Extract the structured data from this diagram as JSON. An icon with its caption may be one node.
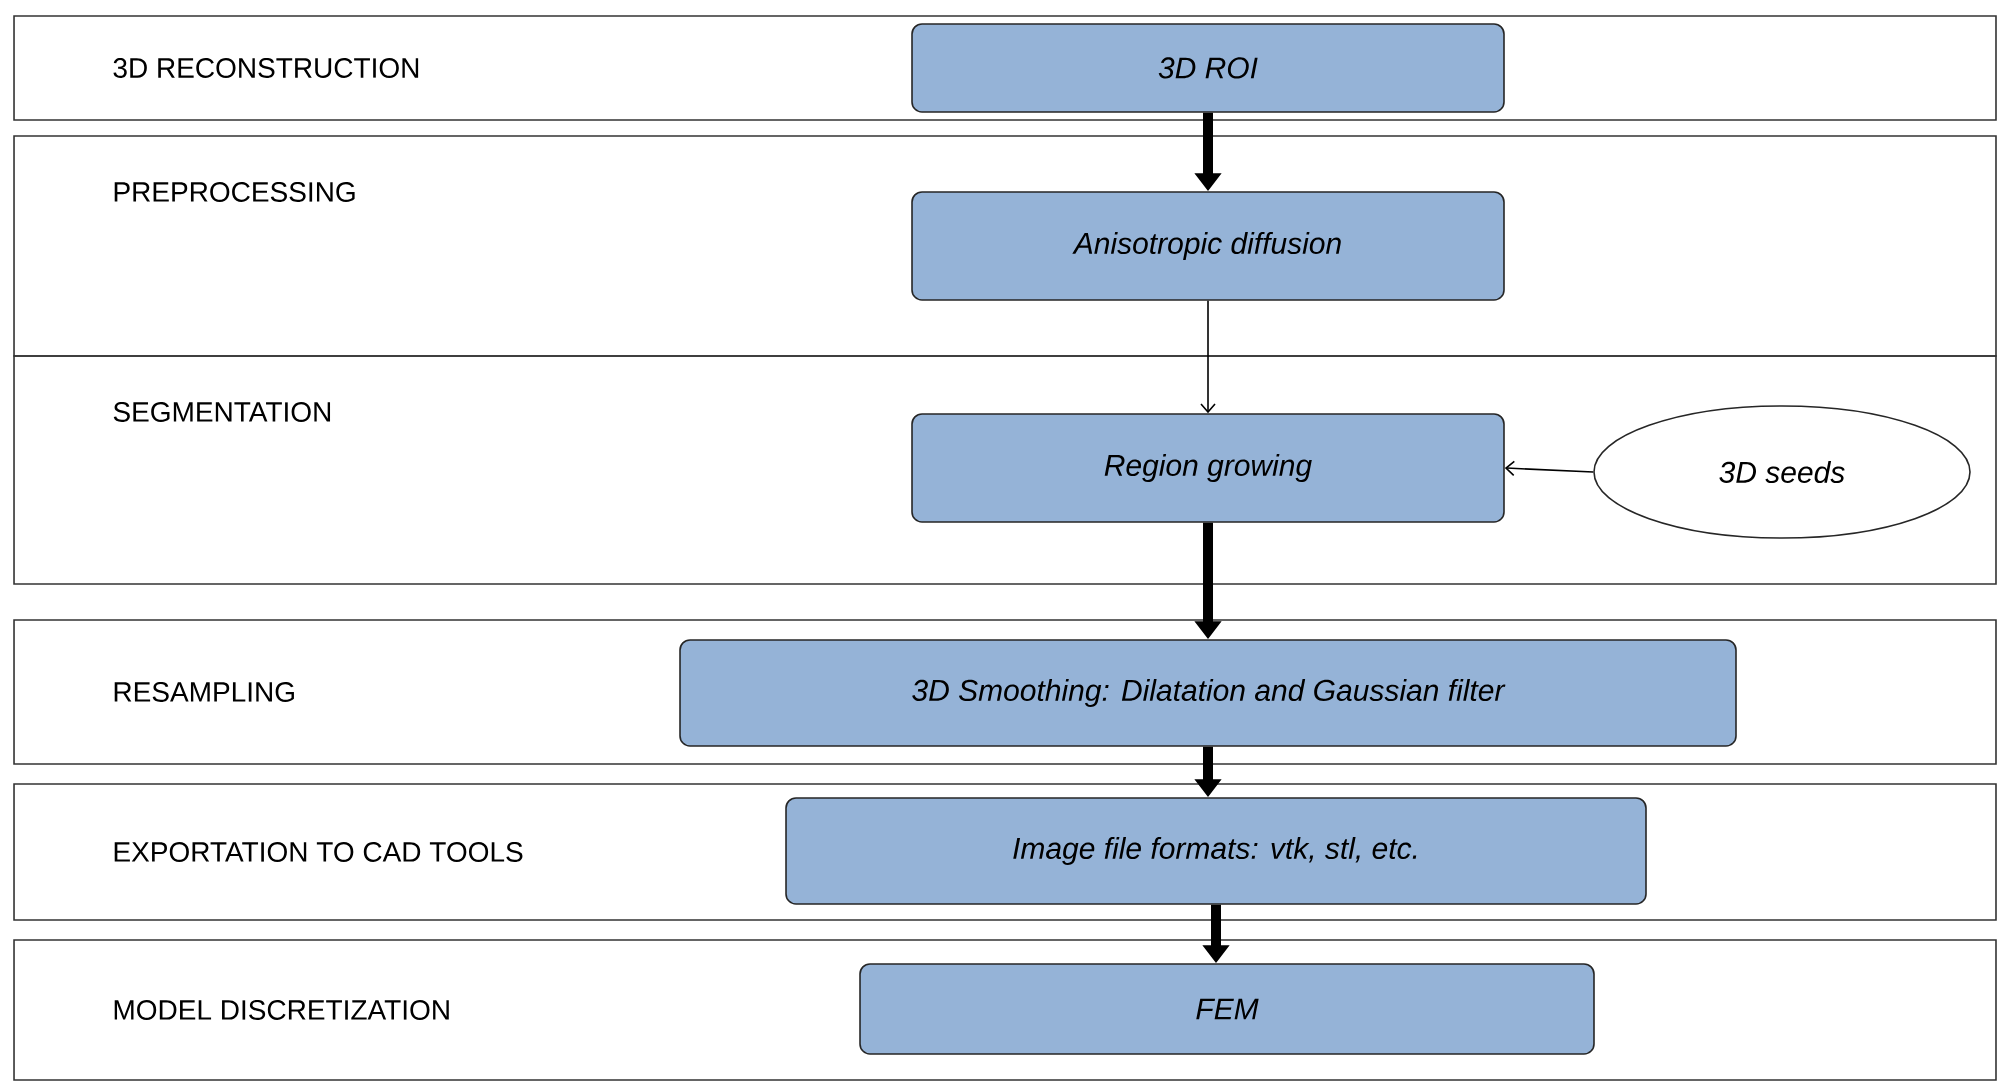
{
  "diagram": {
    "nodes": [
      {
        "text": [
          "3D RECONSTRUCTION"
        ]
      },
      {
        "text": [
          "3D ROI"
        ],
        "in": 0
      },
      {
        "text": [
          "PREPROCESSING"
        ]
      },
      {
        "text": [
          "Anisotropic diffusion"
        ],
        "in": 2
      },
      {
        "text": [
          "SEGMENTATION"
        ]
      },
      {
        "text": [
          "Region growing"
        ],
        "in": 4
      },
      {
        "text": [
          "3D seeds"
        ],
        "in": 4
      },
      {
        "text": [
          "RESAMPLING"
        ]
      },
      {
        "text": [
          "3D Smoothing: Dilatation and Gaussian filter"
        ],
        "in": 7
      },
      {
        "text": [
          "EXPORTATION TO CAD TOOLS"
        ]
      },
      {
        "text": [
          "Image file formats: vtk, stl, etc."
        ],
        "in": 9
      },
      {
        "text": [
          "MODEL DISCRETIZATION"
        ]
      },
      {
        "text": [
          "FEM"
        ],
        "in": 11
      }
    ],
    "edges": [
      {
        "from": 1,
        "to": 3,
        "arrow": "to"
      },
      {
        "from": 3,
        "to": 5,
        "arrow": "to"
      },
      {
        "from": 6,
        "to": 5,
        "arrow": "to"
      },
      {
        "from": 5,
        "to": 8,
        "arrow": "to"
      },
      {
        "from": 8,
        "to": 10,
        "arrow": "to"
      },
      {
        "from": 10,
        "to": 12,
        "arrow": "to"
      }
    ]
  }
}
